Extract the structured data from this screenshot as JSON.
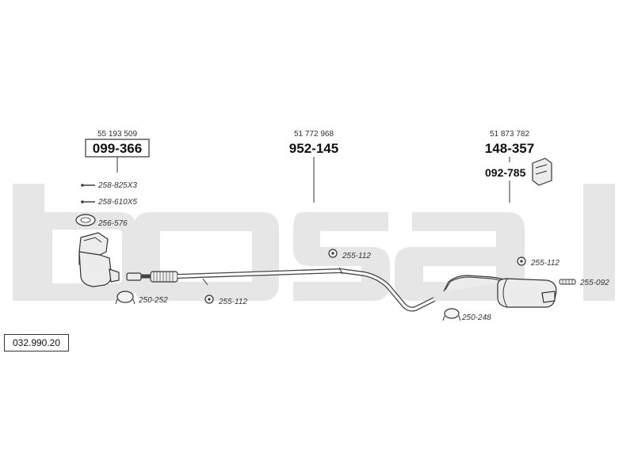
{
  "diagram_ref": "032.990.20",
  "brand_watermark": "bosal",
  "groups": [
    {
      "oem": "55 193 509",
      "part": "099-366",
      "boxed": true
    },
    {
      "oem": "51 772 968",
      "part": "952-145",
      "boxed": false
    },
    {
      "oem": "51 873 782",
      "part": "148-357",
      "boxed": false
    }
  ],
  "parts": {
    "hanger_box": "092-785",
    "bolt_a": "258-825X3",
    "bolt_b": "258-610X5",
    "gasket": "256-576",
    "clamp_front": "250-252",
    "rubber_front": "255-112",
    "rubber_mid": "255-112",
    "rubber_rear": "255-112",
    "clamp_rear": "250-248",
    "tail_trim": "255-092"
  },
  "colors": {
    "watermark": "#e6e6e6",
    "line": "#333333",
    "part_fill": "#ececec"
  }
}
